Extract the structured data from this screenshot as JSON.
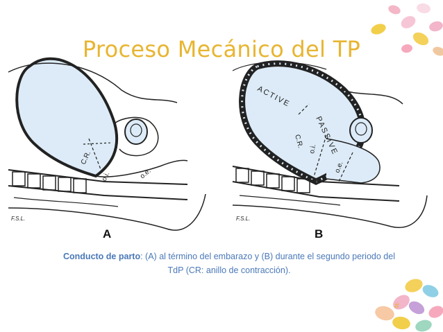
{
  "slide": {
    "title": "Proceso Mecánico del TP",
    "caption_bold": "Conducto de parto",
    "caption_rest": ": (A) al término del embarazo y (B) durante el segundo periodo del TdP (CR: anillo de contracción).",
    "slide_number": "#"
  },
  "figure_a": {
    "label": "A",
    "annotations": {
      "cr": "C.R.",
      "oi": "o.i.",
      "oe": "o.e."
    },
    "signature": "F.S.L."
  },
  "figure_b": {
    "label": "B",
    "annotations": {
      "active": "ACTIVE",
      "passive": "PASSIVE",
      "cr": "C.R.",
      "oi": "o.i.",
      "oe": "o.e."
    },
    "signature": "F.S.L."
  },
  "colors": {
    "title": "#e8b531",
    "caption": "#4a78b8",
    "uterus_fill": "#dcebf7",
    "line": "#222222"
  }
}
